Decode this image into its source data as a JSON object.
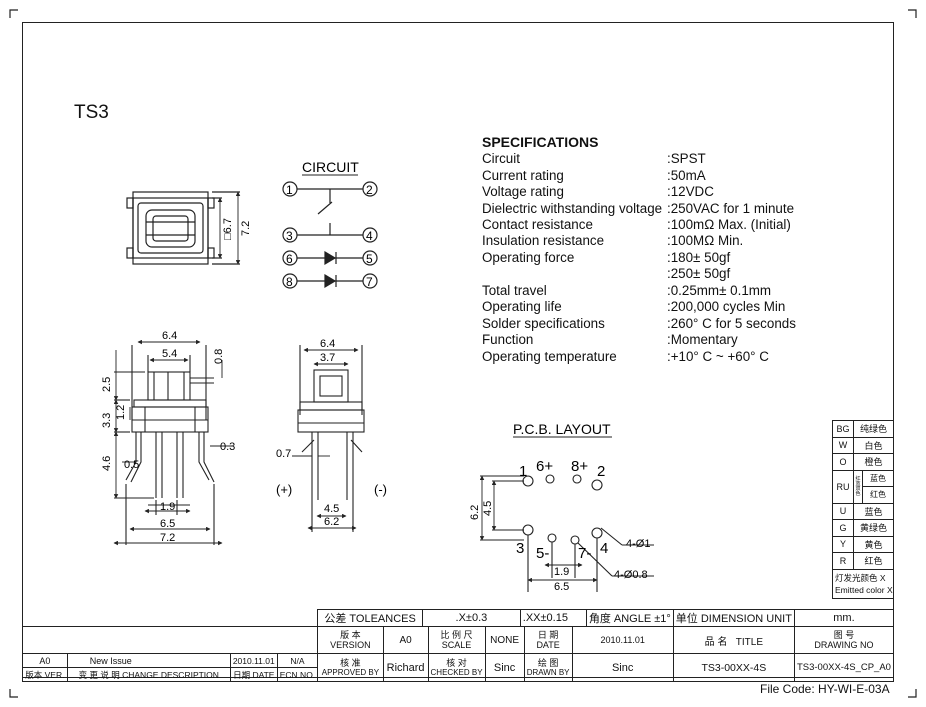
{
  "model": "TS3",
  "circuit_title": "CIRCUIT",
  "pcb_title": "P.C.B. LAYOUT",
  "spec_title": "SPECIFICATIONS",
  "specs": [
    {
      "label": "Circuit",
      "value": ":SPST"
    },
    {
      "label": "Current rating",
      "value": ":50mA"
    },
    {
      "label": "Voltage rating",
      "value": ":12VDC"
    },
    {
      "label": "Dielectric withstanding voltage",
      "value": ":250VAC for 1 minute"
    },
    {
      "label": "Contact resistance",
      "value": ":100mΩ  Max. (Initial)"
    },
    {
      "label": "Insulation resistance",
      "value": ":100MΩ  Min."
    },
    {
      "label": "Operating force",
      "value": ":180± 50gf"
    },
    {
      "label": "",
      "value": ":250± 50gf"
    },
    {
      "label": "Total travel",
      "value": ":0.25mm± 0.1mm"
    },
    {
      "label": "Operating life",
      "value": ":200,000 cycles Min"
    },
    {
      "label": "Solder specifications",
      "value": ":260°  C for 5 seconds"
    },
    {
      "label": "Function",
      "value": ":Momentary"
    },
    {
      "label": "Operating temperature",
      "value": ":+10°  C ~ +60°  C"
    }
  ],
  "circuit_pins": {
    "p1": "1",
    "p2": "2",
    "p3": "3",
    "p4": "4",
    "p5": "5",
    "p6": "6",
    "p7": "7",
    "p8": "8"
  },
  "top_view_dims": {
    "d1": "□6.7",
    "d2": "7.2"
  },
  "front_view_dims": {
    "w64": "6.4",
    "w54": "5.4",
    "h08": "0.8",
    "h25": "2.5",
    "h33": "3.3",
    "h12": "1.2",
    "h46": "4.6",
    "d05": "0.5",
    "d03": "0.3",
    "w19": "1.9",
    "w65": "6.5",
    "w72": "7.2"
  },
  "side_view_dims": {
    "w64": "6.4",
    "w37": "3.7",
    "d07": "0.7",
    "w45": "4.5",
    "w62": "6.2",
    "plus": "(+)",
    "minus": "(-)"
  },
  "pcb_labels": {
    "p1": "1",
    "p6p": "6+",
    "p8p": "8+",
    "p2": "2",
    "p3": "3",
    "p5m": "5-",
    "p7m": "7-",
    "p4": "4",
    "h62": "6.2",
    "h45": "4.5",
    "w19": "1.9",
    "w65": "6.5",
    "hole1": "4-Ø1",
    "hole2": "4-Ø0.8"
  },
  "color_codes": [
    {
      "code": "BG",
      "name": "纯绿色"
    },
    {
      "code": "W",
      "name": "白色"
    },
    {
      "code": "O",
      "name": "橙色"
    },
    {
      "code": "RU",
      "name": "红蓝双色",
      "sub": [
        "蓝色",
        "红色"
      ]
    },
    {
      "code": "U",
      "name": "蓝色"
    },
    {
      "code": "G",
      "name": "黄绿色"
    },
    {
      "code": "Y",
      "name": "黄色"
    },
    {
      "code": "R",
      "name": "红色"
    }
  ],
  "color_note_cn": "灯发光颜色 X",
  "color_note_en": "Emitted color X",
  "title_block": {
    "tol_label": "公差 TOLEANCES",
    "tol_x": ".X±0.3",
    "tol_xx": ".XX±0.15",
    "angle": "角度 ANGLE ±1°",
    "unit_label": "单位  DIMENSION UNIT",
    "unit_val": "mm.",
    "version_cn": "版  本",
    "version_en": "VERSION",
    "version_val": "A0",
    "scale_cn": "比 例 尺",
    "scale_en": "SCALE",
    "scale_val": "NONE",
    "date_cn": "日  期",
    "date_en": "DATE",
    "date_val": "2010.11.01",
    "title_cn": "品  名",
    "title_en": "TITLE",
    "drawno_cn": "图  号",
    "drawno_en": "DRAWING NO",
    "rev_ver": "A0",
    "rev_desc": "New Issue",
    "rev_date": "2010.11.01",
    "rev_ecn": "N/A",
    "approved_cn": "核  准",
    "approved_en": "APPROVED BY",
    "approved_val": "Richard",
    "checked_cn": "核  对",
    "checked_en": "CHECKED BY",
    "checked_val": "Sinc",
    "drawn_cn": "绘  图",
    "drawn_en": "DRAWN BY",
    "drawn_val": "Sinc",
    "title_val": "TS3-00XX-4S",
    "drawno_val": "TS3-00XX-4S_CP_A0",
    "h_ver": "版本 VER.",
    "h_desc": "变  更  说  明   CHANGE DESCRIPTION",
    "h_date": "日期 DATE",
    "h_ecn": "ECN NO."
  },
  "file_code": "File Code: HY-WI-E-03A"
}
